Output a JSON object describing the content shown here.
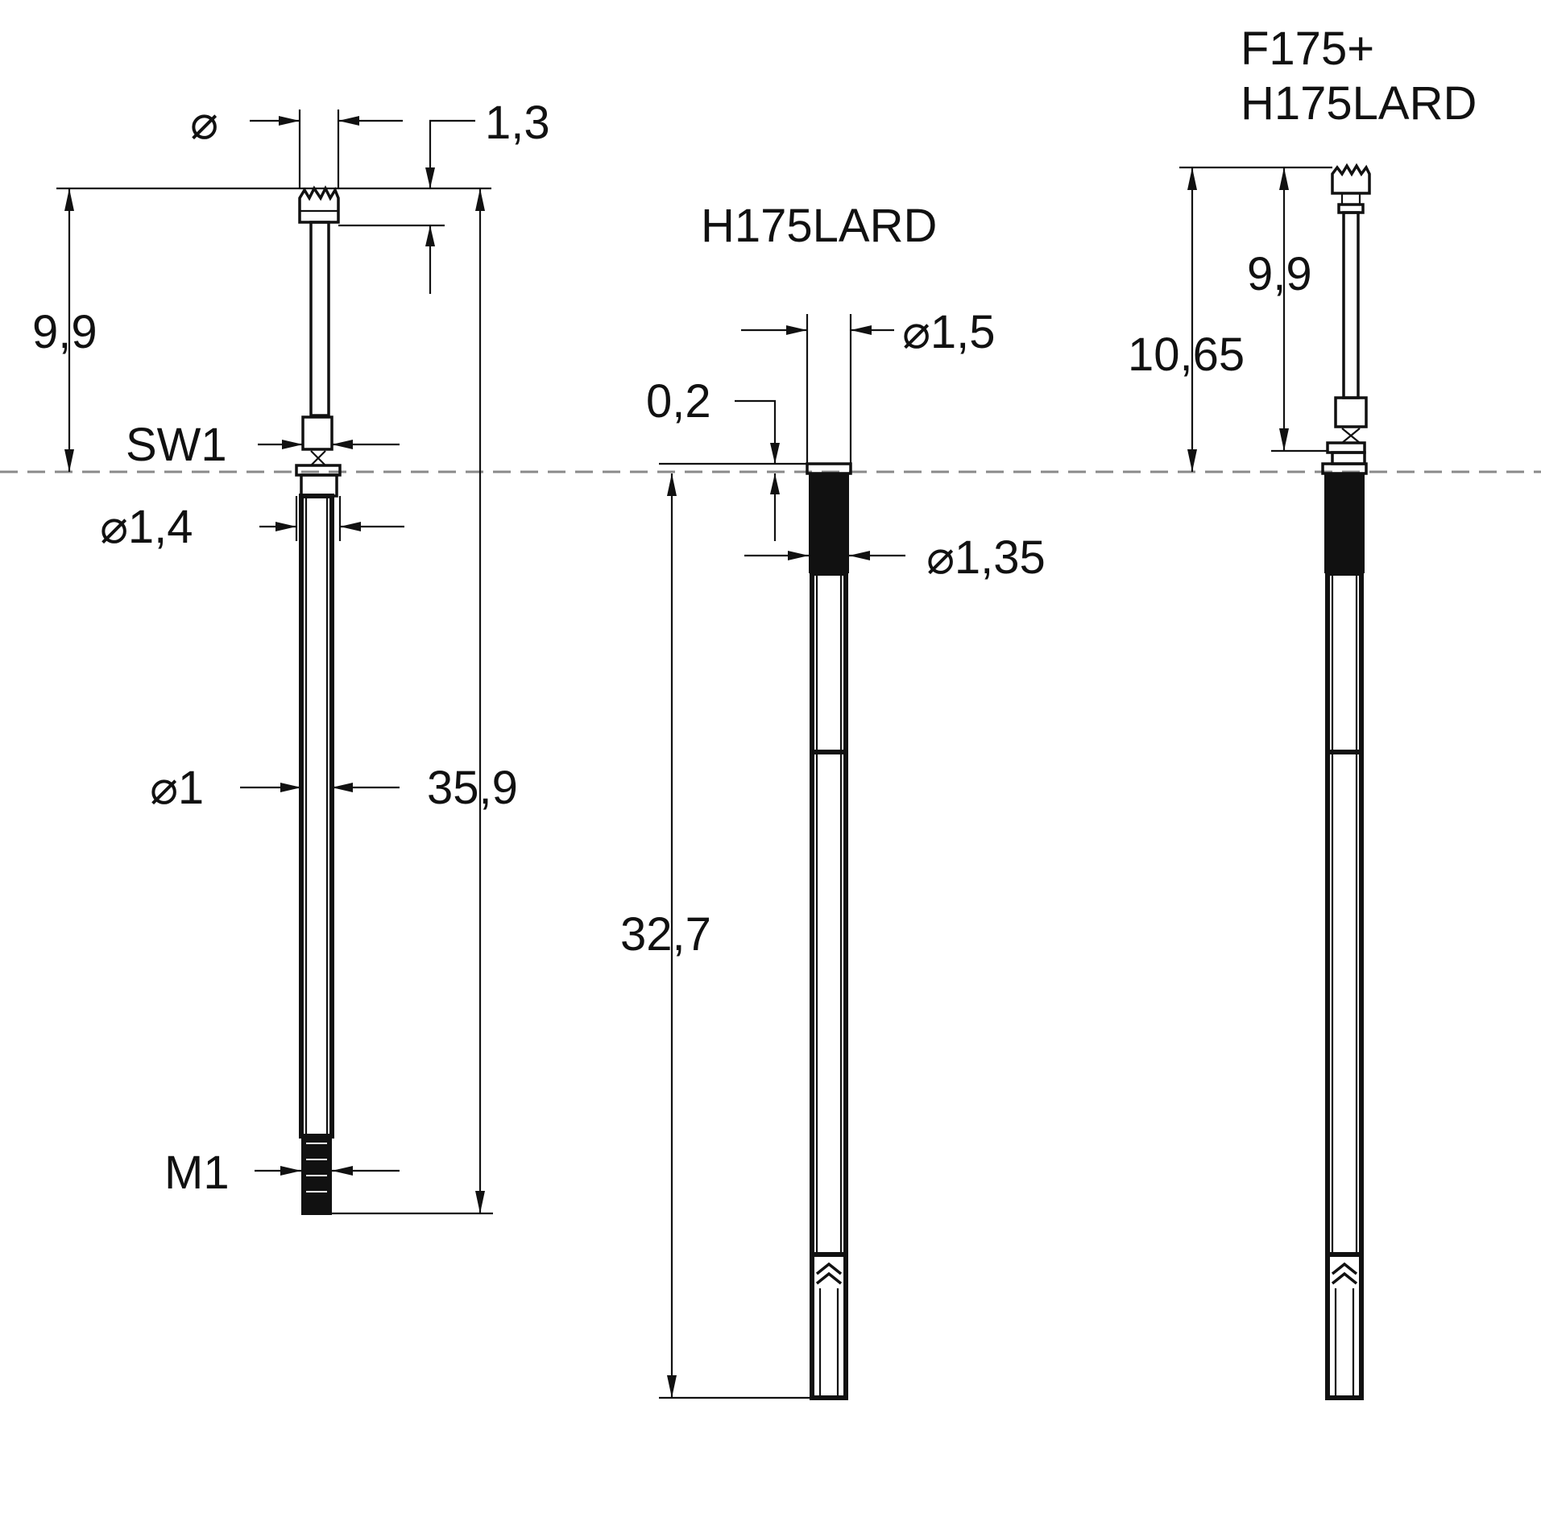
{
  "labels": {
    "probe_name": "H175LARD",
    "combo_name_line1": "F175+",
    "combo_name_line2": "H175LARD",
    "tip_diameter_symbol": "⌀",
    "tip_height": "1,3",
    "probe_travel_left": "9,9",
    "spanner_width": "SW1",
    "collar_diameter": "⌀1,4",
    "shaft_diameter": "⌀1",
    "overall_length": "35,9",
    "thread": "M1",
    "receptacle_diameter": "⌀1,5",
    "collar_offset": "0,2",
    "receptacle_body_diameter": "⌀1,35",
    "receptacle_length": "32,7",
    "combo_probe_travel": "9,9",
    "combo_height": "10,65"
  }
}
